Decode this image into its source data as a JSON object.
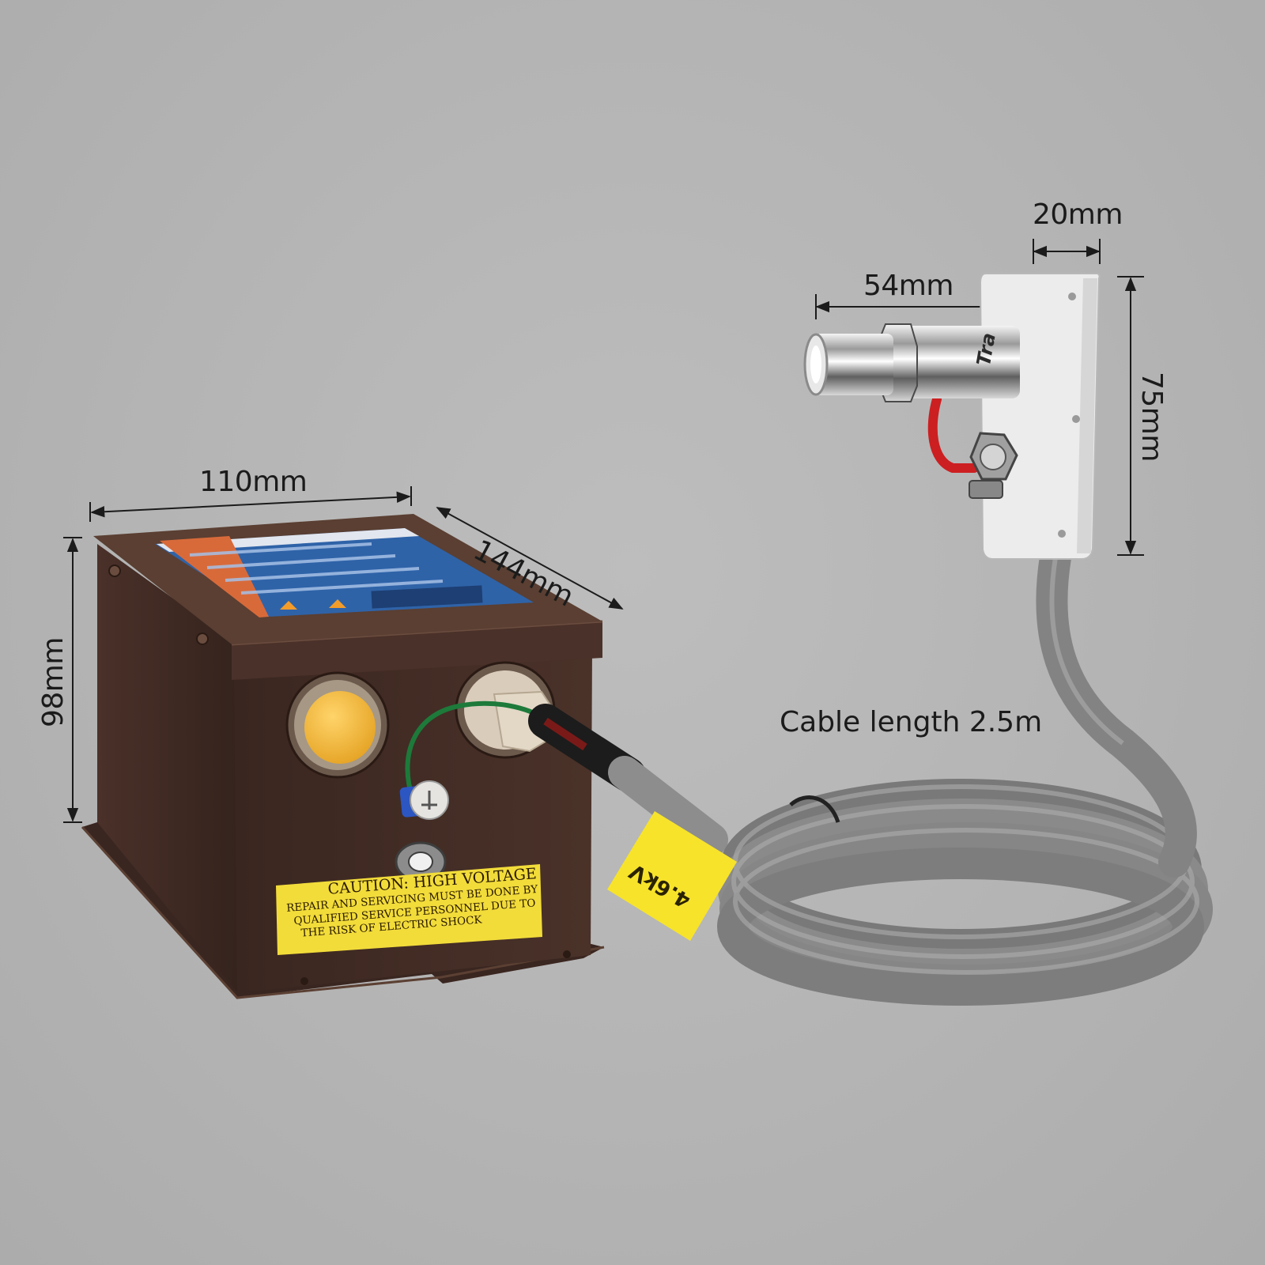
{
  "dimensions": {
    "box_width": "110mm",
    "box_depth": "144mm",
    "box_height": "98mm",
    "nozzle_length": "54mm",
    "bracket_width": "20mm",
    "bracket_height": "75mm"
  },
  "cable_caption": "Cable length 2.5m",
  "caution_label": {
    "title": "CAUTION: HIGH VOLTAGE",
    "line1": "REPAIR AND SERVICING MUST BE DONE BY",
    "line2": "QUALIFIED SERVICE PERSONNEL DUE TO",
    "line3": "THE RISK OF ELECTRIC SHOCK"
  },
  "cable_tag": "4.6kV",
  "nozzle_brand": "Tra",
  "colors": {
    "background": "#b3b3b3",
    "box_body": "#3f2a22",
    "caution_yellow": "#f2dc3a",
    "cable_grey": "#8a8a8a",
    "tag_yellow": "#f7e32a",
    "button_yellow": "#f4b935"
  }
}
